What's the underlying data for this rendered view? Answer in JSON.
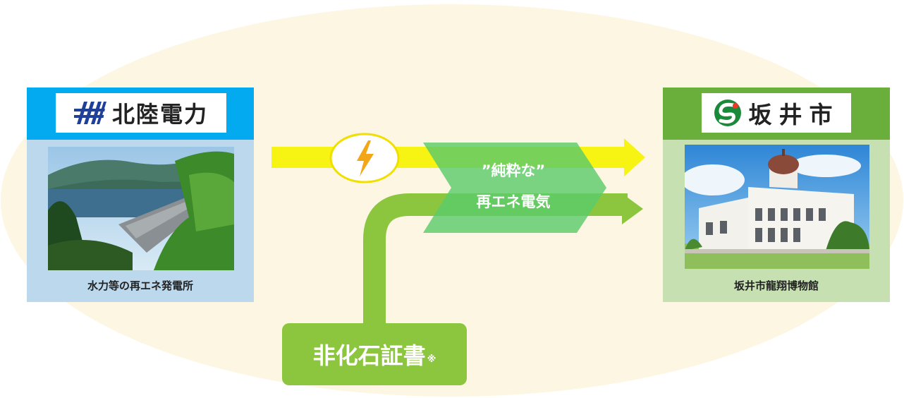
{
  "source": {
    "company_name": "北陸電力",
    "caption": "水力等の再エネ発電所",
    "header_color": "#04aaef"
  },
  "destination": {
    "city_name": "坂井市",
    "caption": "坂井市龍翔博物館",
    "header_color": "#6aae3c"
  },
  "flow": {
    "electricity_icon": "lightning-bolt-icon",
    "label_line1": "”純粋な”",
    "label_line2": "再エネ電気"
  },
  "certificate": {
    "label": "非化石証書",
    "note_mark": "※"
  },
  "colors": {
    "background_ellipse": "#fdf6e2",
    "electricity_arrow": "#f7f312",
    "certificate_arrow": "#8cc63f",
    "blend_chevron": "#5ccb6a"
  }
}
